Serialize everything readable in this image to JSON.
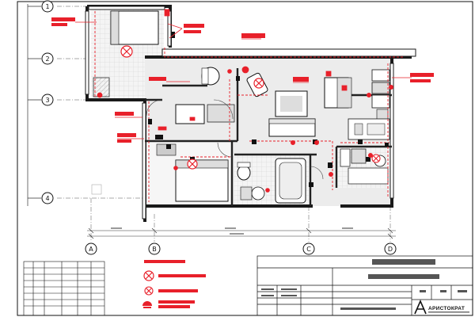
{
  "sheet": {
    "row_axes": [
      "1",
      "2",
      "3",
      "4"
    ],
    "column_axes": [
      "A",
      "B",
      "C",
      "D"
    ],
    "room_label": "Настольная лампа",
    "company": "АРИСТОКРАТ",
    "colors": {
      "ink": "#111111",
      "wall": "#1a1a1a",
      "floor": "#dcdcdc",
      "accent": "#e8202a"
    },
    "legend_icons": [
      "lamp-x-icon",
      "lamp-x-icon",
      "outlet-icon"
    ]
  }
}
